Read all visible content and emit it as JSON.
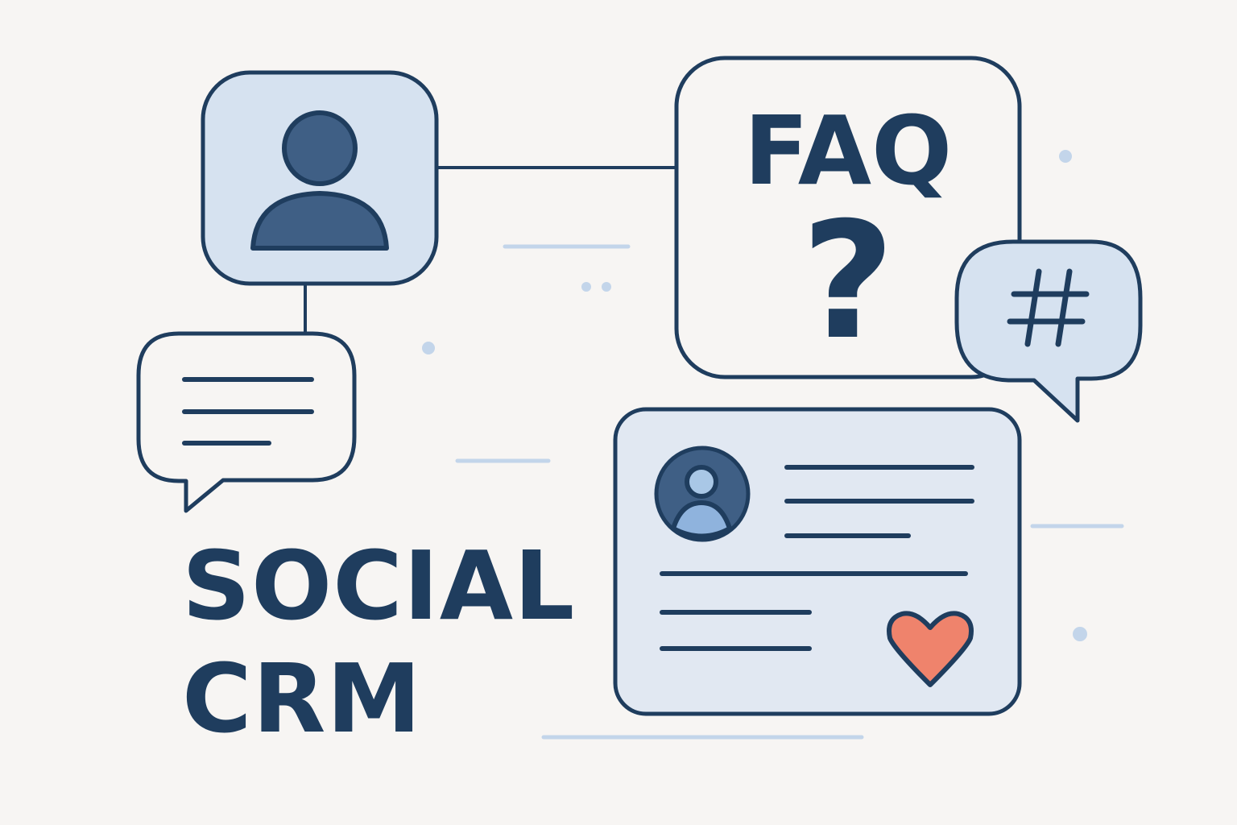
{
  "title": {
    "line1": "SOCIAL",
    "line2": "CRM"
  },
  "faq_card": {
    "label": "FAQ",
    "symbol": "?"
  },
  "hashtag_bubble": {
    "symbol": "#"
  },
  "icons": {
    "profile": "user-profile-icon",
    "chat": "chat-bubble-icon",
    "faq": "faq-icon",
    "hashtag": "hashtag-icon",
    "post": "social-post-card",
    "avatar": "avatar-icon",
    "like": "heart-icon"
  },
  "colors": {
    "background": "#f7f5f3",
    "stroke": "#1f3d5e",
    "avatar_fill": "#3f5f85",
    "panel_fill": "#d6e2f0",
    "post_fill": "#e1e8f2",
    "avatar_light": "#8fb3dd",
    "accent_heart": "#ef836c",
    "decor_light": "#c3d5ea"
  }
}
